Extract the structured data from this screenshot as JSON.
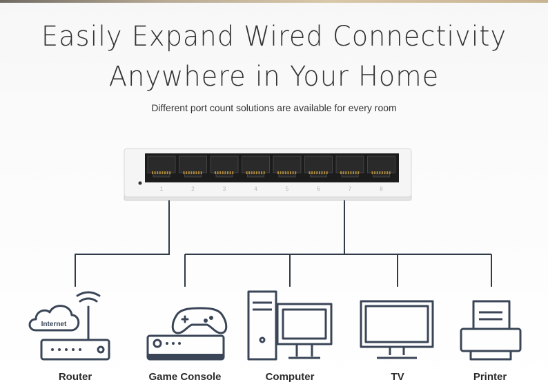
{
  "title_line1": "Easily Expand Wired Connectivity",
  "title_line2": "Anywhere in Your Home",
  "subtitle": "Different port count solutions are available for every room",
  "switch": {
    "ports": [
      "1",
      "2",
      "3",
      "4",
      "5",
      "6",
      "7",
      "8"
    ]
  },
  "devices": [
    {
      "label": "Router",
      "icon": "router-icon"
    },
    {
      "label": "Game Console",
      "icon": "game-console-icon"
    },
    {
      "label": "Computer",
      "icon": "computer-icon"
    },
    {
      "label": "TV",
      "icon": "tv-icon"
    },
    {
      "label": "Printer",
      "icon": "printer-icon"
    }
  ],
  "router_cloud_text": "Internet",
  "colors": {
    "line": "#2f3a4a",
    "icon": "#3a4557",
    "switch_body": "#f2f2f2",
    "port": "#222222"
  }
}
